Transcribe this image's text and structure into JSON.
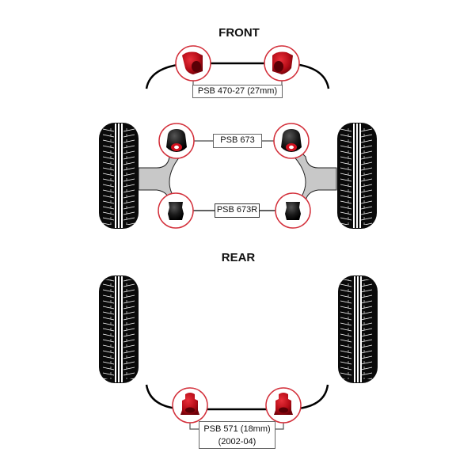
{
  "diagram": {
    "sections": {
      "front": "FRONT",
      "rear": "REAR"
    },
    "parts": {
      "front_antiroll_bar": {
        "code": "PSB 470-27 (27mm)",
        "color": "red"
      },
      "front_wishbone_front": {
        "code": "PSB 673",
        "color": "black-red"
      },
      "front_wishbone_rear": {
        "code": "PSB 673R",
        "color": "black"
      },
      "rear_antiroll_bar": {
        "code": "PSB 571 (18mm)",
        "years": "(2002-04)",
        "color": "red"
      }
    },
    "colors": {
      "bush_red": "#c8101e",
      "ring_red": "#d32f3a",
      "arm_grey": "#c8c8c8",
      "tyre_black": "#0a0a0a"
    }
  }
}
